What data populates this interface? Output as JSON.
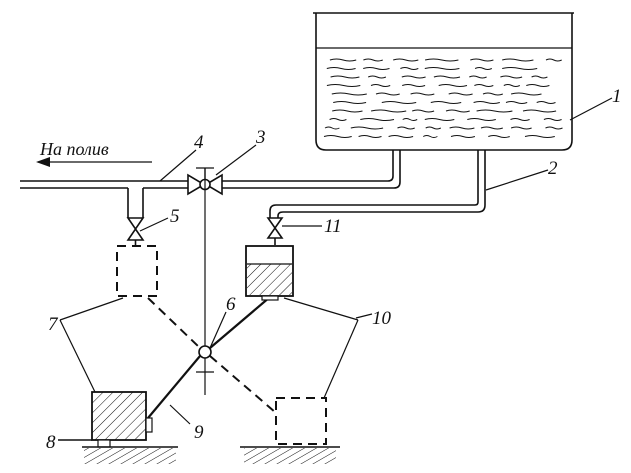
{
  "caption": "На полив",
  "labels": {
    "n1": "1",
    "n2": "2",
    "n3": "3",
    "n4": "4",
    "n5": "5",
    "n6": "6",
    "n7": "7",
    "n8": "8",
    "n9": "9",
    "n10": "10",
    "n11": "11"
  }
}
